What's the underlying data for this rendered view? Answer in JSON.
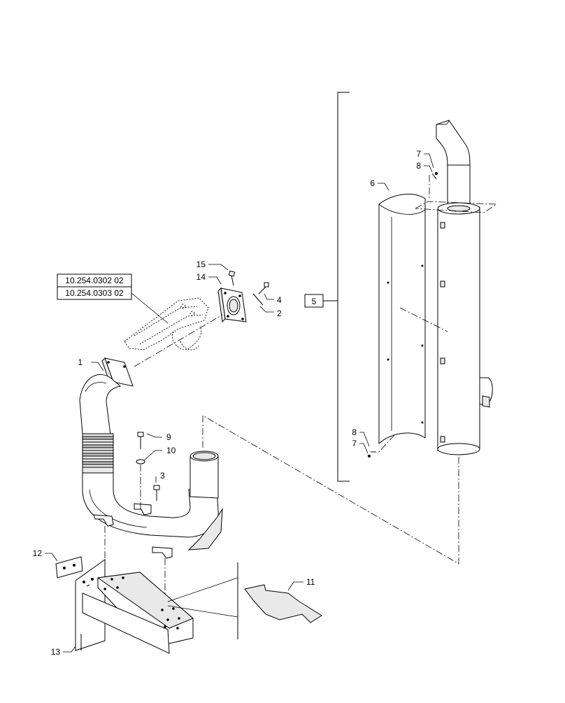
{
  "callouts": [
    {
      "id": "1",
      "label": "1"
    },
    {
      "id": "2",
      "label": "2"
    },
    {
      "id": "3",
      "label": "3"
    },
    {
      "id": "4",
      "label": "4"
    },
    {
      "id": "5",
      "label": "5"
    },
    {
      "id": "6",
      "label": "6"
    },
    {
      "id": "7a",
      "label": "7"
    },
    {
      "id": "8a",
      "label": "8"
    },
    {
      "id": "7b",
      "label": "7"
    },
    {
      "id": "8b",
      "label": "8"
    },
    {
      "id": "9",
      "label": "9"
    },
    {
      "id": "10",
      "label": "10"
    },
    {
      "id": "11",
      "label": "11"
    },
    {
      "id": "12",
      "label": "12"
    },
    {
      "id": "13",
      "label": "13"
    },
    {
      "id": "14",
      "label": "14"
    },
    {
      "id": "15",
      "label": "15"
    }
  ],
  "references": [
    "10.254.0302 02",
    "10.254.0303 02"
  ]
}
